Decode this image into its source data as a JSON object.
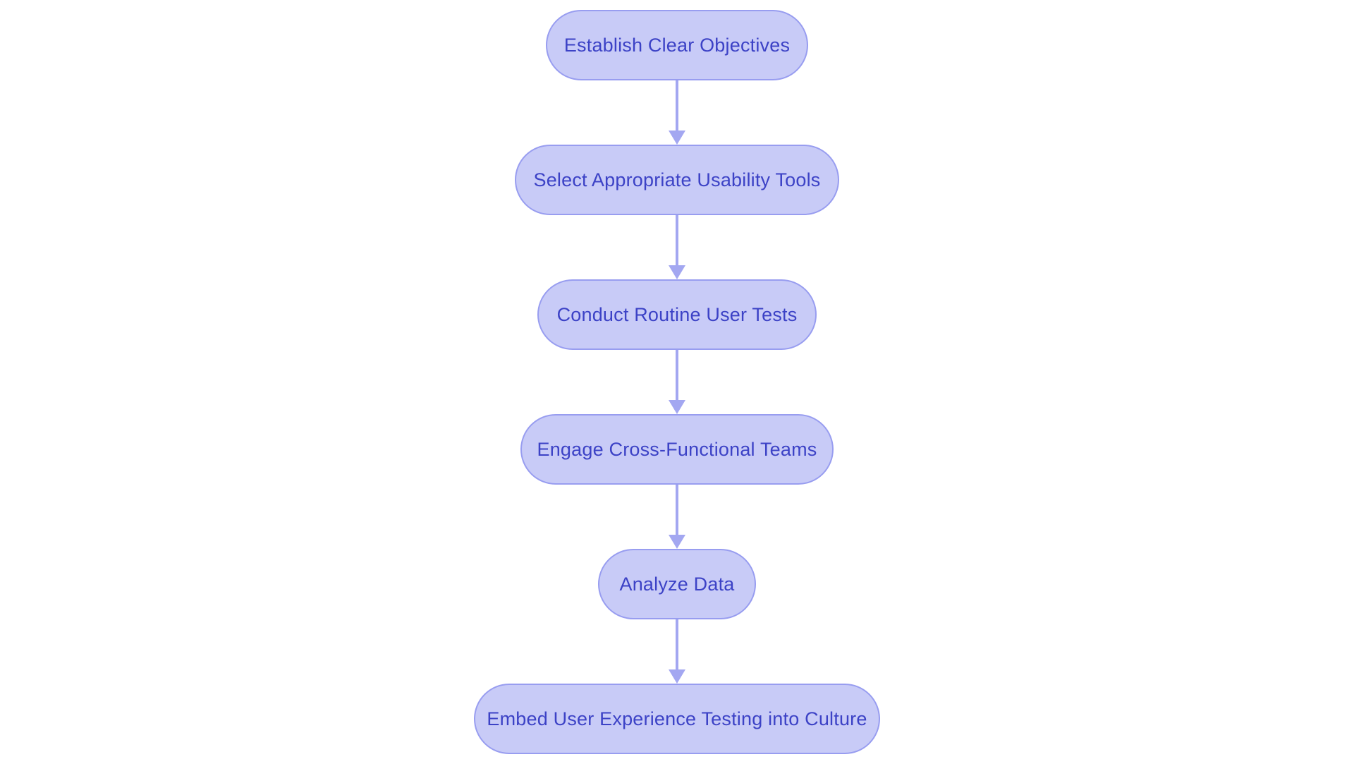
{
  "diagram": {
    "type": "flowchart",
    "direction": "top-down",
    "background_color": "#ffffff",
    "node_fill_color": "#c8cbf7",
    "node_border_color": "#989df0",
    "node_text_color": "#3c42c6",
    "connector_color": "#a3a7f1",
    "nodes": [
      {
        "id": "n1",
        "label": "Establish Clear Objectives"
      },
      {
        "id": "n2",
        "label": "Select Appropriate Usability Tools"
      },
      {
        "id": "n3",
        "label": "Conduct Routine User Tests"
      },
      {
        "id": "n4",
        "label": "Engage Cross-Functional Teams"
      },
      {
        "id": "n5",
        "label": "Analyze Data"
      },
      {
        "id": "n6",
        "label": "Embed User Experience Testing into Culture"
      }
    ],
    "connectors": [
      {
        "from": "n1",
        "to": "n2",
        "style": "arrow-down"
      },
      {
        "from": "n2",
        "to": "n3",
        "style": "arrow-down"
      },
      {
        "from": "n3",
        "to": "n4",
        "style": "arrow-down"
      },
      {
        "from": "n4",
        "to": "n5",
        "style": "arrow-down"
      },
      {
        "from": "n5",
        "to": "n6",
        "style": "arrow-down"
      }
    ]
  }
}
